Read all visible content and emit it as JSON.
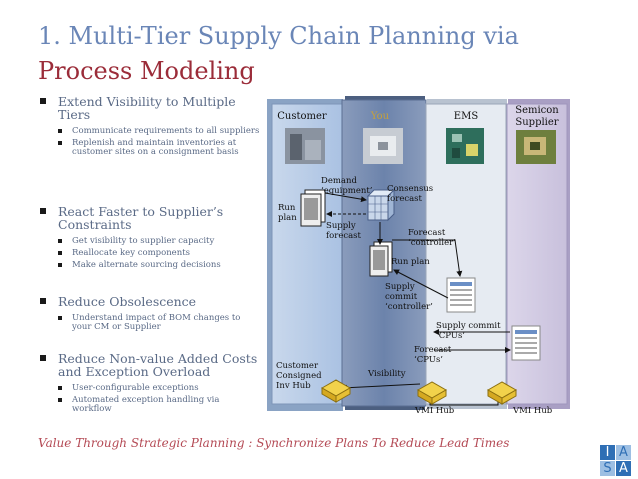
{
  "title": {
    "line1": "1. Multi-Tier Supply Chain Planning via",
    "line2": "Process Modeling"
  },
  "bullets": [
    {
      "heading": "Extend Visibility to Multiple Tiers",
      "subs": [
        "Communicate requirements to all suppliers",
        "Replenish and maintain inventories at customer sites on a consignment basis"
      ]
    },
    {
      "heading": "React Faster to Supplier’s Constraints",
      "subs": [
        "Get visibility to supplier capacity",
        "Reallocate key components",
        "Make alternate sourcing decisions"
      ]
    },
    {
      "heading": "Reduce Obsolescence",
      "subs": [
        "Understand impact of BOM changes to your CM or Supplier"
      ]
    },
    {
      "heading": "Reduce Non-value Added Costs and Exception Overload",
      "subs": [
        "User-configurable exceptions",
        "Automated exception handling via workflow"
      ]
    }
  ],
  "diagram": {
    "lanes": {
      "customer": "Customer",
      "you": "You",
      "ems": "EMS",
      "semicon": "Semicon Supplier"
    },
    "labels": {
      "demand": "Demand ‘equipment’",
      "consensus": "Consensus forecast",
      "run_plan_left": "Run plan",
      "supply_forecast": "Supply forecast",
      "forecast_controller": "Forecast ‘controller’",
      "run_plan_mid": "Run plan",
      "supply_commit_controller": "Supply commit ‘controller’",
      "supply_commit_cpus": "Supply commit ‘CPUs’",
      "forecast_cpus": "Forecast ‘CPUs’",
      "customer_hub": "Customer Consigned Inv Hub",
      "visibility": "Visibility",
      "vmi_hub_1": "VMI Hub",
      "vmi_hub_2": "VMI Hub"
    }
  },
  "footer": "Value Through Strategic Planning : Synchronize Plans To Reduce Lead Times",
  "logo": {
    "cells": [
      "I",
      "A",
      "S",
      "A"
    ],
    "colors": {
      "dark": "#2f6fb5",
      "light": "#9dbfe3"
    }
  },
  "colors": {
    "title_blue": "#6a86b7",
    "title_red": "#9b2c39",
    "footer_red": "#b44a55",
    "customer_lane": "#b9cde7",
    "you_lane": "#6f86ad",
    "ems_lane": "#e5eaf1",
    "semicon_lane": "#d3cde3"
  }
}
